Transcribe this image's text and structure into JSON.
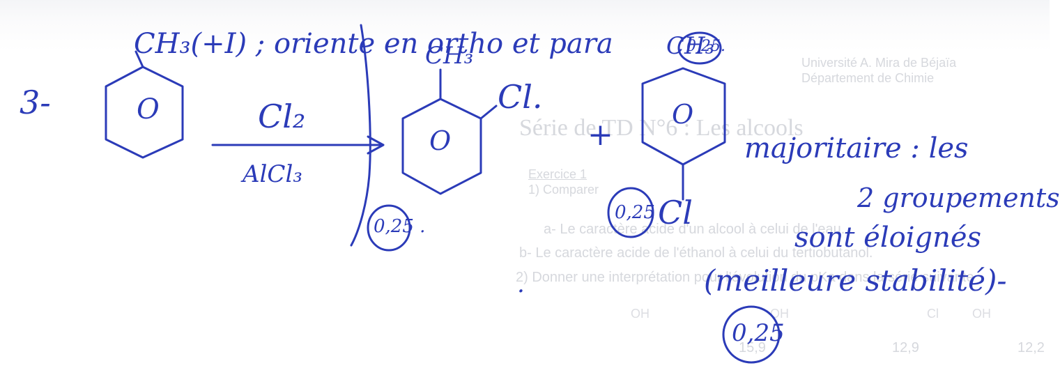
{
  "background_print": {
    "university": "Université A. Mira de Béjaïa",
    "department": "Département de Chimie",
    "series_title": "Série de TD N°6 : Les alcools",
    "exercise": "Exercice 1",
    "compare": "1) Comparer",
    "line1": "a- Le caractère acide d'un alcool à celui de l'eau.",
    "line2": "b- Le caractère acide de l'éthanol à celui du tertiobutanol.",
    "line3": "2) Donner une interprétation pour l'évolution du pKa dans la série suivante",
    "oh1": "OH",
    "oh2": "OH",
    "oh3": "OH",
    "cl": "Cl",
    "pka1": "15,9",
    "pka2": "12,9",
    "pka3": "12,2"
  },
  "handwriting": {
    "top_line": "CH₃(+I) ; oriente en ortho et para",
    "score_top": "0,25.",
    "item_number": "3-",
    "reagent_top": "Cl₂",
    "reagent_bottom": "AlCl₃",
    "ring_label": "O",
    "ortho_ch3": "CH₃",
    "ortho_cl": "Cl.",
    "plus": "+",
    "para_ch3": "CH₃",
    "para_cl": "Cl",
    "score_ortho": "0,25 .",
    "score_para": "0,25",
    "note_line1": "majoritaire : les",
    "note_line2": "2 groupements",
    "note_line3": "sont éloignés",
    "note_line4": "(meilleure stabilité)-",
    "score_note": "0,25",
    "dot": "."
  },
  "colors": {
    "ink": "#2b3bb8",
    "ghost": "#d6d8dd"
  }
}
